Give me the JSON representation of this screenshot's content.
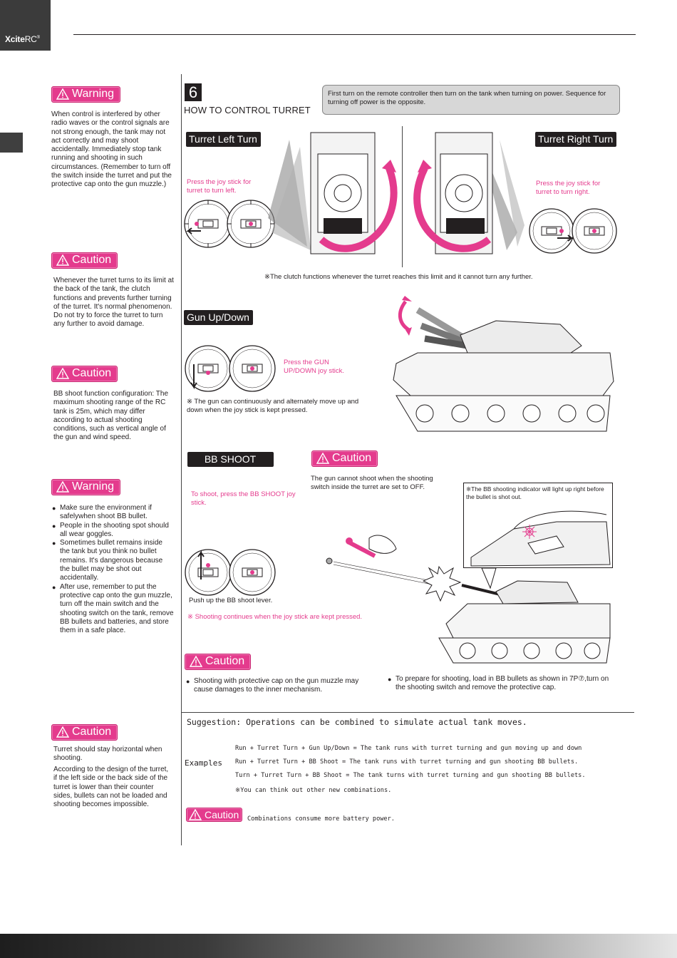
{
  "header": {
    "brand_bold": "Xcite",
    "brand_light": "RC",
    "brand_mark": "®"
  },
  "colors": {
    "accent_pink": "#e43b8d",
    "dark": "#231f20",
    "note_bg": "#d7d7d7"
  },
  "sidebar": {
    "warning1": {
      "title": "Warning",
      "text": "When control is interfered by other radio waves or the control signals are not strong enough, the tank may not act correctly and may shoot accidentally. Immediately stop tank running and shooting in such circumstances. (Remember to turn off the switch inside the turret and put the protective cap onto the gun muzzle.)"
    },
    "caution1": {
      "title": "Caution",
      "text": "Whenever the turret turns to its limit at the back of the tank, the clutch functions and prevents further turning of the turret. It's normal phenomenon. Do not try to force the turret to turn any further to avoid damage."
    },
    "caution2": {
      "title": "Caution",
      "text": "BB shoot function configuration: The maximum shooting range of the RC tank is 25m, which may differ according to actual shooting conditions, such as vertical angle of the gun and wind speed."
    },
    "warning2": {
      "title": "Warning",
      "items": [
        "Make sure the environment if safelywhen shoot BB bullet.",
        "People in the shooting spot should all wear goggles.",
        "Sometimes bullet remains inside the tank but you think no bullet remains. It's dangerous because the bullet may be shot out accidentally.",
        "After use, remember to put the protective cap onto the gun muzzle, turn off the main switch and the shooting switch on the tank, remove BB bullets and batteries, and store them in a safe place."
      ]
    },
    "caution3": {
      "title": "Caution",
      "text1": "Turret should stay horizontal when shooting.",
      "text2": "According to the design of the turret, if the left side or the back side of the turret is lower than their counter sides, bullets can not be loaded and shooting becomes impossible."
    }
  },
  "section": {
    "number": "6",
    "title": "HOW TO CONTROL TURRET",
    "note": "First turn on the remote controller then turn on the tank when turning on power. Sequence for turning off power is the opposite."
  },
  "turret": {
    "left_label": "Turret Left Turn",
    "left_text": "Press the joy stick for turret to turn left.",
    "right_label": "Turret Right Turn",
    "right_text": "Press the joy stick for turret to turn right.",
    "clutch_note": "※The clutch functions whenever the turret reaches this limit and it cannot turn any further."
  },
  "gun": {
    "label": "Gun Up/Down",
    "pink_text": "Press the GUN UP/DOWN joy stick.",
    "note": "※  The gun can continuously and alternately move up and down when the joy stick is kept pressed."
  },
  "bb": {
    "label": "BB SHOOT",
    "caution_title": "Caution",
    "caution_text": "The gun cannot shoot when the shooting switch inside the turret are set to OFF.",
    "pink_text": "To shoot, press the BB SHOOT joy stick.",
    "indicator_note": "※The BB shooting indicator will light up right before the bullet is shot out.",
    "push_text": "Push up the BB shoot lever.",
    "continues_text": "※  Shooting continues when the joy stick are kept pressed.",
    "caution2_title": "Caution",
    "caution2_left": "Shooting with protective cap on the gun muzzle may cause damages to the inner mechanism.",
    "caution2_right": "To prepare for shooting, load in BB bullets as shown in 7P⑦,turn on the shooting switch and remove the protective cap."
  },
  "suggestion": {
    "title": "Suggestion: Operations can be combined to simulate actual tank moves.",
    "examples_label": "Examples",
    "examples": [
      "Run + Turret Turn + Gun Up/Down = The tank runs with turret turning and gun moving up and down",
      "Run + Turret Turn + BB Shoot = The tank runs with turret turning and gun shooting BB bullets.",
      "Turn + Turret Turn + BB Shoot = The tank turns with turret turning and gun shooting BB bullets."
    ],
    "note": "※You can think out other new combinations.",
    "caution_title": "Caution",
    "caution_text": "Combinations consume more battery power."
  }
}
